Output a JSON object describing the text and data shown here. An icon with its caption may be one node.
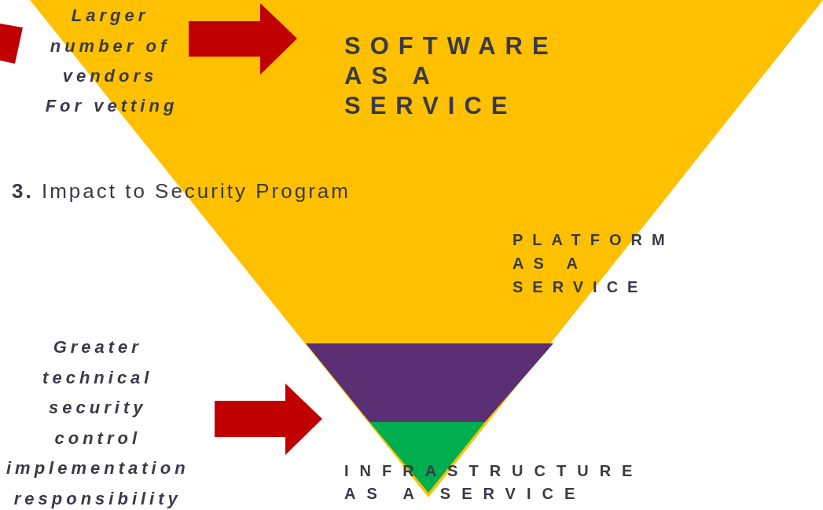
{
  "diagram": {
    "labels": [
      "Larger number of vendors",
      "For vetting",
      "SOFTWARE AS A SERVICE",
      "**3.** Impact to Security Program",
      "PLATFORM AS A SERVICE",
      "Greater technical security control implementation responsibility",
      "INFRASTRUCTURE AS A SERVICE"
    ]
  }
}
